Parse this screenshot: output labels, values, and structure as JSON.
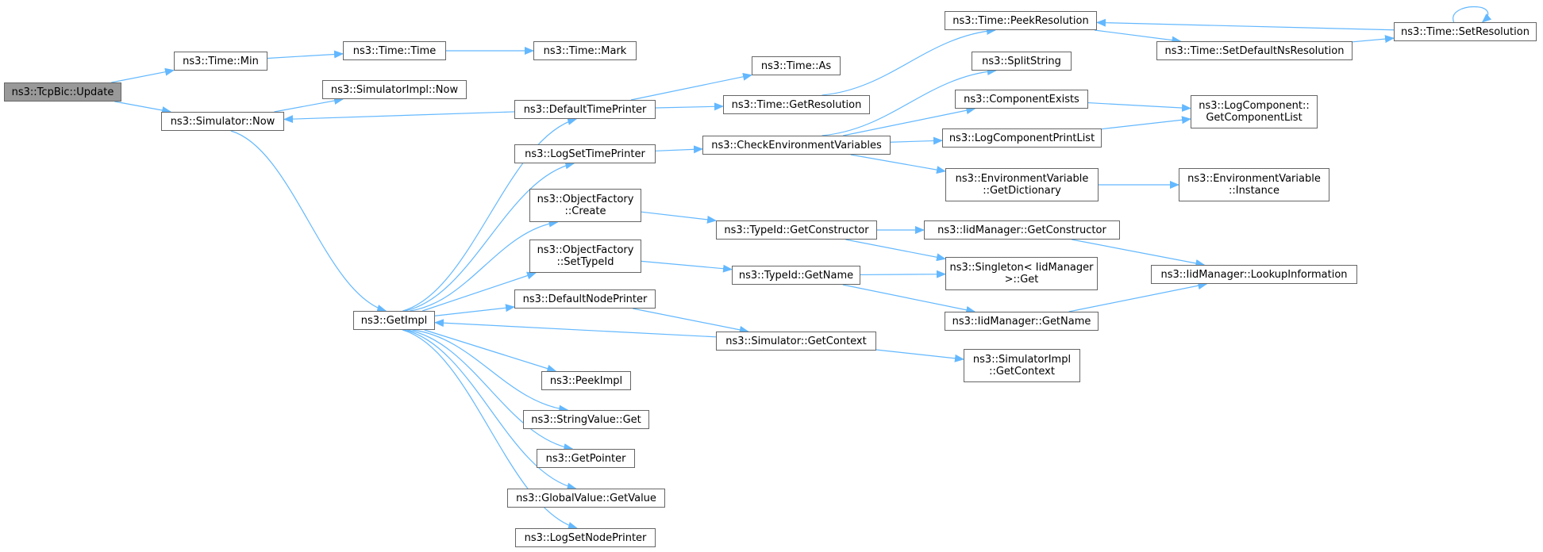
{
  "colors": {
    "edge": "#63b8ff",
    "node_border": "#666666",
    "root_fill": "#999999"
  },
  "nodes": {
    "tcpbic_update": "ns3::TcpBic::Update",
    "time_min": "ns3::Time::Min",
    "time_time": "ns3::Time::Time",
    "time_mark": "ns3::Time::Mark",
    "simulator_now": "ns3::Simulator::Now",
    "simulatorimpl_now": "ns3::SimulatorImpl::Now",
    "get_impl": "ns3::GetImpl",
    "default_time_printer": "ns3::DefaultTimePrinter",
    "log_set_time_printer": "ns3::LogSetTimePrinter",
    "object_factory_create": [
      "ns3::ObjectFactory",
      "::Create"
    ],
    "object_factory_set_type_id": [
      "ns3::ObjectFactory",
      "::SetTypeId"
    ],
    "default_node_printer": "ns3::DefaultNodePrinter",
    "peek_impl": "ns3::PeekImpl",
    "string_value_get": "ns3::StringValue::Get",
    "get_pointer": "ns3::GetPointer",
    "global_value_get_value": "ns3::GlobalValue::GetValue",
    "log_set_node_printer": "ns3::LogSetNodePrinter",
    "time_as": "ns3::Time::As",
    "time_get_resolution": "ns3::Time::GetResolution",
    "check_environment_variables": "ns3::CheckEnvironmentVariables",
    "typeid_get_constructor": "ns3::TypeId::GetConstructor",
    "typeid_get_name": "ns3::TypeId::GetName",
    "simulator_get_context": "ns3::Simulator::GetContext",
    "time_peek_resolution": "ns3::Time::PeekResolution",
    "split_string": "ns3::SplitString",
    "component_exists": "ns3::ComponentExists",
    "log_component_print_list": "ns3::LogComponentPrintList",
    "env_var_get_dictionary": [
      "ns3::EnvironmentVariable",
      "::GetDictionary"
    ],
    "iidmanager_get_constructor": "ns3::IidManager::GetConstructor",
    "singleton_iidmanager_get": [
      "ns3::Singleton< IidManager",
      " >::Get"
    ],
    "iidmanager_get_name": "ns3::IidManager::GetName",
    "simulatorimpl_get_context": [
      "ns3::SimulatorImpl",
      "::GetContext"
    ],
    "time_set_default_ns_resolution": "ns3::Time::SetDefaultNsResolution",
    "time_set_resolution": "ns3::Time::SetResolution",
    "log_component_get_component_list": [
      "ns3::LogComponent::",
      "GetComponentList"
    ],
    "env_var_instance": [
      "ns3::EnvironmentVariable",
      "::Instance"
    ],
    "iidmanager_lookup_information": "ns3::IidManager::LookupInformation"
  },
  "edges": [
    [
      "tcpbic_update",
      "time_min"
    ],
    [
      "tcpbic_update",
      "simulator_now"
    ],
    [
      "time_min",
      "time_time"
    ],
    [
      "time_time",
      "time_mark"
    ],
    [
      "simulator_now",
      "simulatorimpl_now"
    ],
    [
      "simulator_now",
      "get_impl"
    ],
    [
      "default_time_printer",
      "simulator_now"
    ],
    [
      "get_impl",
      "default_time_printer"
    ],
    [
      "get_impl",
      "log_set_time_printer"
    ],
    [
      "get_impl",
      "object_factory_create"
    ],
    [
      "get_impl",
      "object_factory_set_type_id"
    ],
    [
      "get_impl",
      "default_node_printer"
    ],
    [
      "get_impl",
      "peek_impl"
    ],
    [
      "get_impl",
      "string_value_get"
    ],
    [
      "get_impl",
      "get_pointer"
    ],
    [
      "get_impl",
      "global_value_get_value"
    ],
    [
      "get_impl",
      "log_set_node_printer"
    ],
    [
      "simulator_get_context",
      "get_impl"
    ],
    [
      "default_time_printer",
      "time_as"
    ],
    [
      "default_time_printer",
      "time_get_resolution"
    ],
    [
      "log_set_time_printer",
      "check_environment_variables"
    ],
    [
      "object_factory_create",
      "typeid_get_constructor"
    ],
    [
      "object_factory_set_type_id",
      "typeid_get_name"
    ],
    [
      "default_node_printer",
      "simulator_get_context"
    ],
    [
      "time_get_resolution",
      "time_peek_resolution"
    ],
    [
      "check_environment_variables",
      "split_string"
    ],
    [
      "check_environment_variables",
      "component_exists"
    ],
    [
      "check_environment_variables",
      "log_component_print_list"
    ],
    [
      "check_environment_variables",
      "env_var_get_dictionary"
    ],
    [
      "typeid_get_constructor",
      "iidmanager_get_constructor"
    ],
    [
      "typeid_get_constructor",
      "singleton_iidmanager_get"
    ],
    [
      "typeid_get_name",
      "singleton_iidmanager_get"
    ],
    [
      "typeid_get_name",
      "iidmanager_get_name"
    ],
    [
      "simulator_get_context",
      "simulatorimpl_get_context"
    ],
    [
      "time_peek_resolution",
      "time_set_default_ns_resolution"
    ],
    [
      "time_set_default_ns_resolution",
      "time_set_resolution"
    ],
    [
      "time_set_resolution",
      "time_peek_resolution"
    ],
    [
      "time_set_resolution",
      "time_set_resolution"
    ],
    [
      "component_exists",
      "log_component_get_component_list"
    ],
    [
      "log_component_print_list",
      "log_component_get_component_list"
    ],
    [
      "env_var_get_dictionary",
      "env_var_instance"
    ],
    [
      "iidmanager_get_constructor",
      "iidmanager_lookup_information"
    ],
    [
      "iidmanager_get_name",
      "iidmanager_lookup_information"
    ]
  ]
}
